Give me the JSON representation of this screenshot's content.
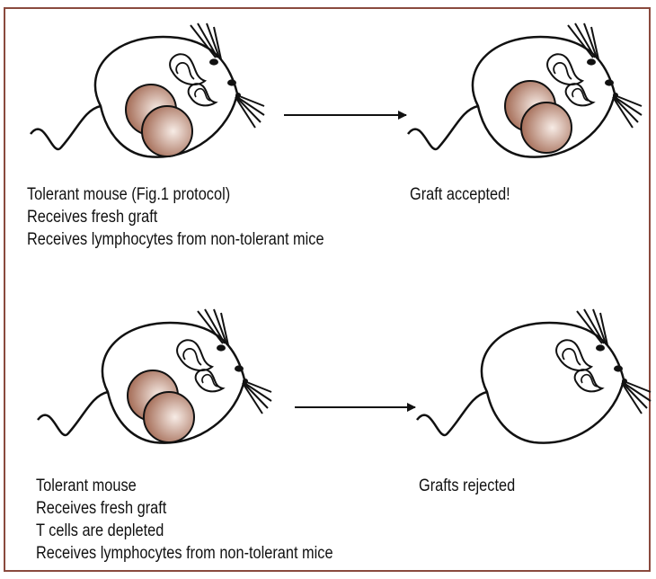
{
  "colors": {
    "border": "#8a4a3e",
    "graft_fill_outer": "#a66f5a",
    "graft_fill_inner": "#f7ece6",
    "line": "#111111"
  },
  "panels": [
    {
      "left_caption": [
        "Tolerant mouse (Fig.1 protocol)",
        "Receives fresh graft",
        "Receives lymphocytes from non-tolerant mice"
      ],
      "right_caption": [
        "Graft accepted!"
      ],
      "left_mouse_grafts": 2,
      "right_mouse_grafts": 2
    },
    {
      "left_caption": [
        "Tolerant mouse",
        "Receives fresh graft",
        "T cells are depleted",
        "Receives lymphocytes from non-tolerant mice"
      ],
      "right_caption": [
        "Grafts rejected"
      ],
      "left_mouse_grafts": 2,
      "right_mouse_grafts": 0
    }
  ]
}
